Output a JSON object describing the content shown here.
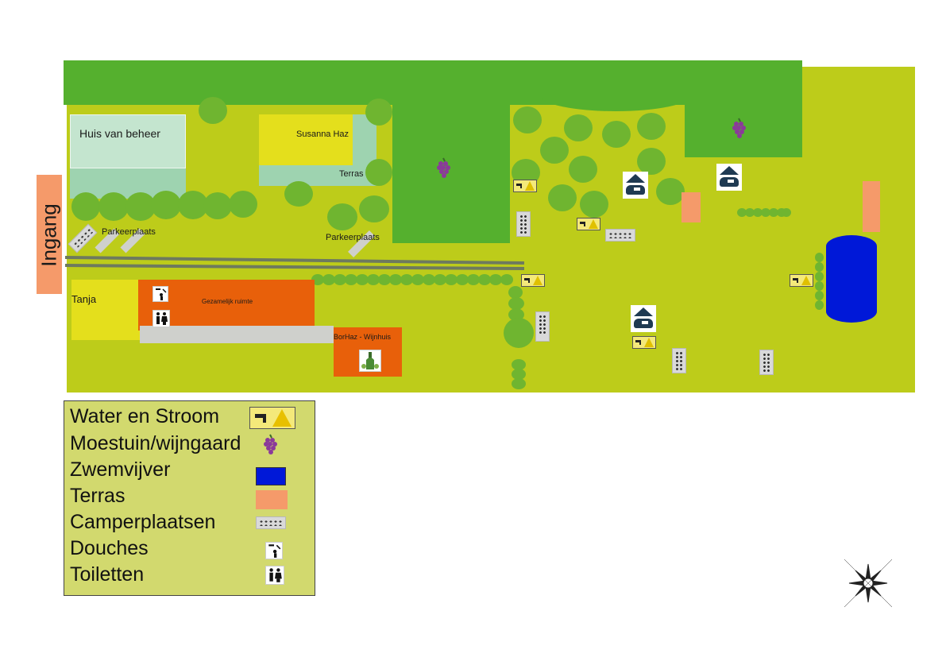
{
  "map": {
    "entrance_label": "Ingang",
    "areas": {
      "house": "Huis van beheer",
      "susanna": "Susanna Haz",
      "terrace": "Terras",
      "parking_left": "Parkeerplaats",
      "parking_right": "Parkeerplaats",
      "tanja": "Tanja",
      "common_room": "Gezamelijk ruimte",
      "winehouse": "BorHaz - Wijnhuis"
    }
  },
  "legend": {
    "items": [
      {
        "label": "Water en Stroom",
        "icon": "water-power-icon"
      },
      {
        "label": "Moestuin/wijngaard",
        "icon": "grapes-icon"
      },
      {
        "label": "Zwemvijver",
        "icon": "pond-swatch",
        "color": "#0018d8"
      },
      {
        "label": "Terras",
        "icon": "terrace-swatch",
        "color": "#f59a6a"
      },
      {
        "label": "Camperplaatsen",
        "icon": "camper-spot-icon"
      },
      {
        "label": "Douches",
        "icon": "shower-icon"
      },
      {
        "label": "Toiletten",
        "icon": "toilet-icon"
      }
    ]
  },
  "colors": {
    "field": "#bdcc1a",
    "dark_green": "#55b02e",
    "tree": "#6fb530",
    "building_orange": "#e8600a",
    "yellow": "#e4df1c",
    "pale_green": "#9ed3b0",
    "legend_bg": "#d2d96e",
    "pond": "#0018d8",
    "terrace": "#f59a6a"
  }
}
